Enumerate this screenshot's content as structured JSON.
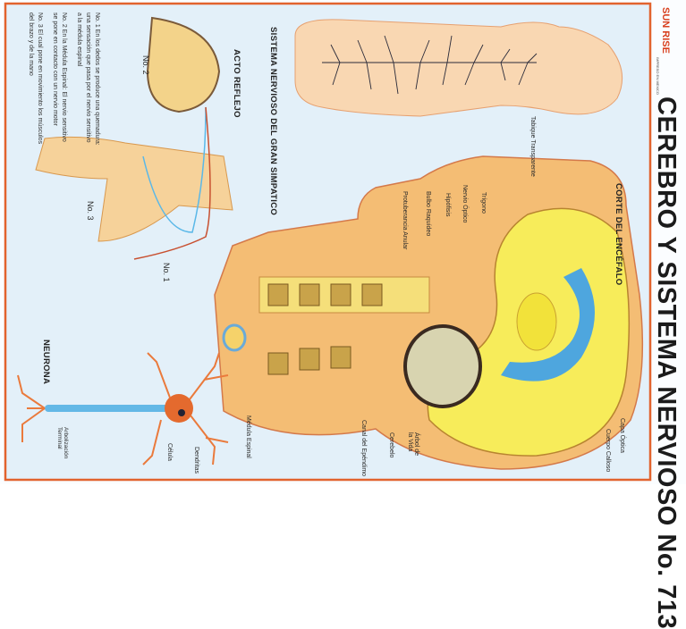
{
  "header": {
    "title": "CEREBRO Y SISTEMA NERVIOSO No. 713",
    "brand": "SUN RISE",
    "imprint": "IMPRESO EN MEXICO"
  },
  "sections": {
    "brain_section": "CORTE DEL ENCÉFALO",
    "sympathetic": "SISTEMA NERVIOSO DEL GRAN SIMPATICO",
    "reflex": "ACTO REFLEJO",
    "neuron": "NEURONA"
  },
  "reflex_info": [
    "No. 1 En los dedos se produce una quemadura: una sensación que pasa por el nervio sensitivo a la médula espinal",
    "No. 2 En la Médula Espinal: El nervio sensitivo se pone en contacto con un nervio motor",
    "No. 3 El cual pone en movimiento los músculos del brazo y de la mano"
  ],
  "reflex_numbers": {
    "n1": "No. 1",
    "n2": "No. 2",
    "n3": "No. 3"
  },
  "brain_labels": {
    "tabique": "Tabique Transparente",
    "trigono": "Trígono",
    "nervio_optico": "Nervio Óptico",
    "hipofisis": "Hipófisis",
    "bulbo": "Bulbo Raquídeo",
    "protuberancia": "Protuberancia Anular",
    "capa_optica": "Capa Óptica",
    "cuerpo_calloso": "Cuerpo Calloso",
    "arbol": "Árbol de la Vida",
    "cerebelo": "Cerebelo",
    "canal": "Canal del Epéndimo",
    "medula": "Médula Espinal"
  },
  "neuron_labels": {
    "dendritas": "Dendritas",
    "celula": "Célula",
    "arbolizacion": "Arbolización Terminal"
  },
  "colors": {
    "border": "#e2632e",
    "background": "#e3f0f9",
    "skin": "#f6c98a",
    "brain": "#f7ec5a",
    "ventricle": "#4ea6de"
  }
}
